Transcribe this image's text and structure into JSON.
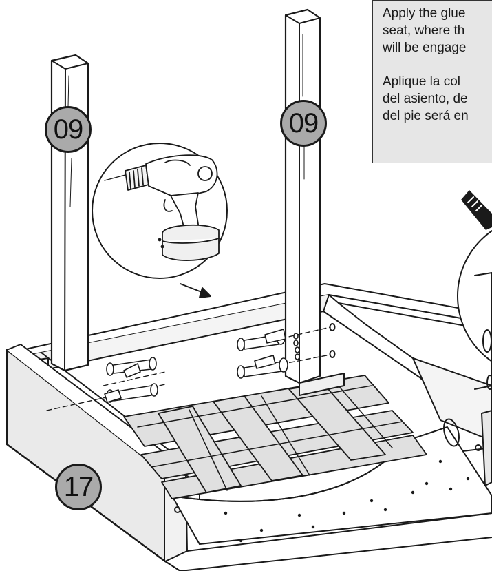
{
  "instruction": {
    "english_lines": [
      "Apply the glue",
      "seat, where th",
      "will be engage"
    ],
    "spanish_lines": [
      "Aplique la col",
      "del asiento, de",
      "del pie será en"
    ]
  },
  "part_labels": {
    "leg_left": "09",
    "leg_right": "09",
    "side_rail": "17"
  },
  "colors": {
    "badge_fill": "#aaaaaa",
    "panel_fill": "#e6e6e6",
    "outline": "#1a1a1a",
    "slat_fill": "#e0e0e0",
    "rail_fill": "#eaeaea"
  },
  "icons": [
    "drill-icon",
    "bolt-icon",
    "arrow-icon",
    "glue-nozzle-icon"
  ]
}
